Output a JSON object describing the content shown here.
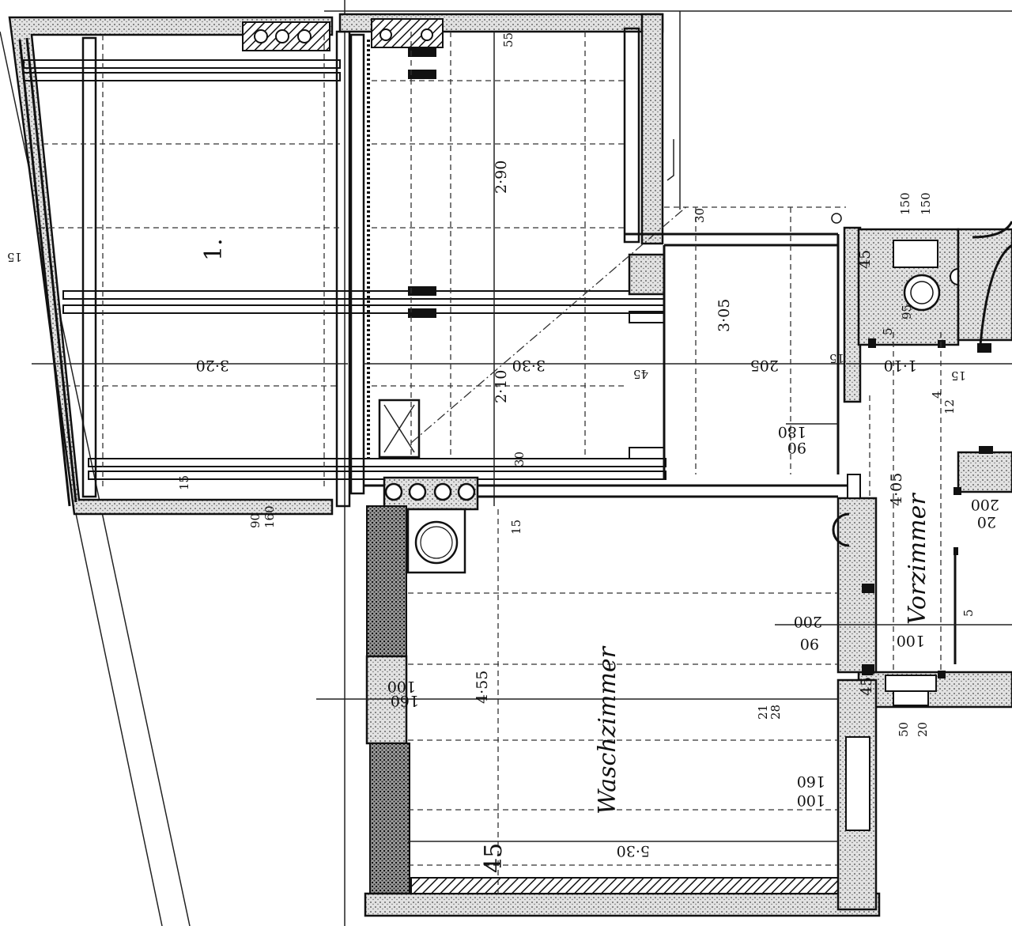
{
  "rooms": {
    "room1": "1.",
    "waschzimmer": "Waschzimmer",
    "vorzimmer": "Vorzimmer"
  },
  "dimensions": {
    "d55": "55",
    "d290": "2·90",
    "d30a": "30",
    "d150a": "150",
    "d150b": "150",
    "d45a": "45",
    "d95": "95",
    "d15a": "15",
    "d320": "3·20",
    "d330": "3·30",
    "d45b": "45",
    "d305": "3·05",
    "d205": "205",
    "d15b": "15",
    "d5a": "5",
    "d110": "1·10",
    "d15c": "15",
    "d210": "2·10",
    "d12": "12",
    "d4": "4",
    "d30b": "30",
    "d90": "90",
    "d180": "180",
    "d405": "4·05",
    "d15d": "15",
    "d9": "90",
    "d160": "160",
    "d15e": "15",
    "d200a": "200",
    "d20": "20",
    "d200b": "200",
    "d90b": "90",
    "d100a": "100",
    "d5b": "5",
    "d100b": "100",
    "d160b": "160",
    "d455": "4·55",
    "d21": "21",
    "d28": "28",
    "d45c": "45",
    "d50": "50",
    "d200c": "20",
    "d100c": "100",
    "d160c": "160",
    "d45d": "45",
    "d530": "5·30"
  },
  "icons": {
    "sink": "washbasin-icon",
    "stove": "stove-icon",
    "chimney": "chimney-flue-icon"
  }
}
